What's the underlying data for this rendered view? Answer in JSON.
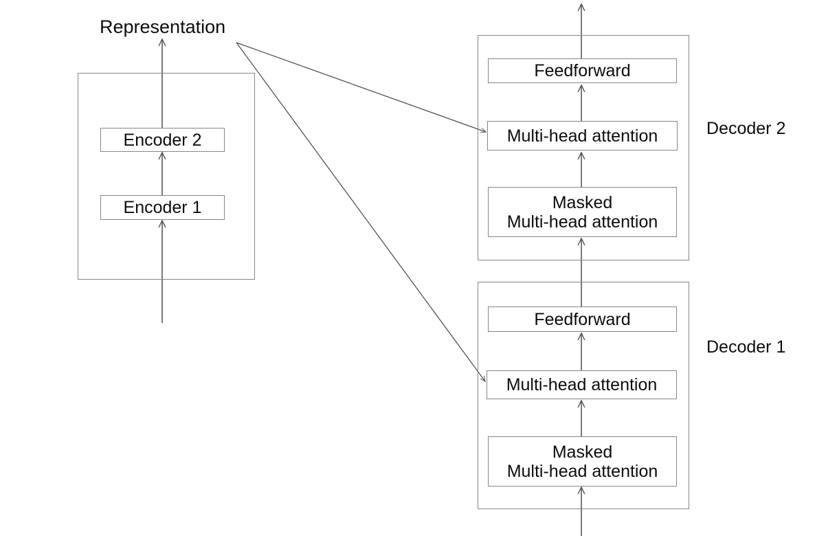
{
  "diagram": {
    "title": "Representation",
    "encoder_stack": {
      "name": "encoder-stack",
      "blocks": [
        {
          "label": "Encoder  1"
        },
        {
          "label": "Encoder 2"
        }
      ]
    },
    "decoders": [
      {
        "name": "Decoder 1",
        "side_label": "Decoder 1",
        "sublayers": [
          {
            "label": "Masked\nMulti-head attention"
          },
          {
            "label": "Multi-head attention"
          },
          {
            "label": "Feedforward"
          }
        ]
      },
      {
        "name": "Decoder 2",
        "side_label": "Decoder 2",
        "sublayers": [
          {
            "label": "Masked\nMulti-head attention"
          },
          {
            "label": "Multi-head attention"
          },
          {
            "label": "Feedforward"
          }
        ]
      }
    ],
    "connections": [
      {
        "from": "representation",
        "to": "decoder-2-multi-head-attention"
      },
      {
        "from": "representation",
        "to": "decoder-1-multi-head-attention"
      }
    ],
    "colors": {
      "stroke": "#868686",
      "arrow": "#595959",
      "text": "#0d0d0d",
      "background": "#ffffff"
    }
  }
}
